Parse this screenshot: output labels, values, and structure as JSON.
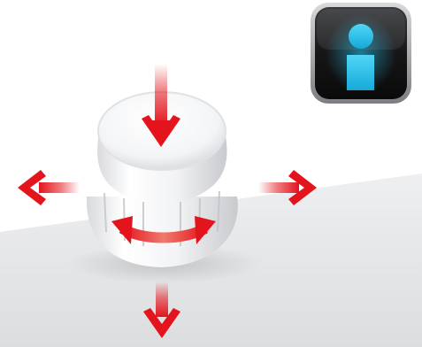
{
  "illustration": {
    "subject": "rotary-push-controller",
    "accent_color": "#e3141b",
    "knob_color": "#f4f5f7",
    "background_color": "#ffffff",
    "floor_color": "#e6e7e9"
  },
  "badge": {
    "icon": "info-person-icon",
    "frame_color": "#1b1b1b",
    "glow_color": "#29c6f0"
  },
  "motion_indicators": [
    {
      "name": "push-down-arrow-icon",
      "direction": "down"
    },
    {
      "name": "tilt-left-arrow-icon",
      "direction": "left"
    },
    {
      "name": "tilt-right-arrow-icon",
      "direction": "right"
    },
    {
      "name": "rotate-arrow-icon",
      "direction": "rotate"
    },
    {
      "name": "tilt-down-arrow-icon",
      "direction": "down"
    }
  ]
}
